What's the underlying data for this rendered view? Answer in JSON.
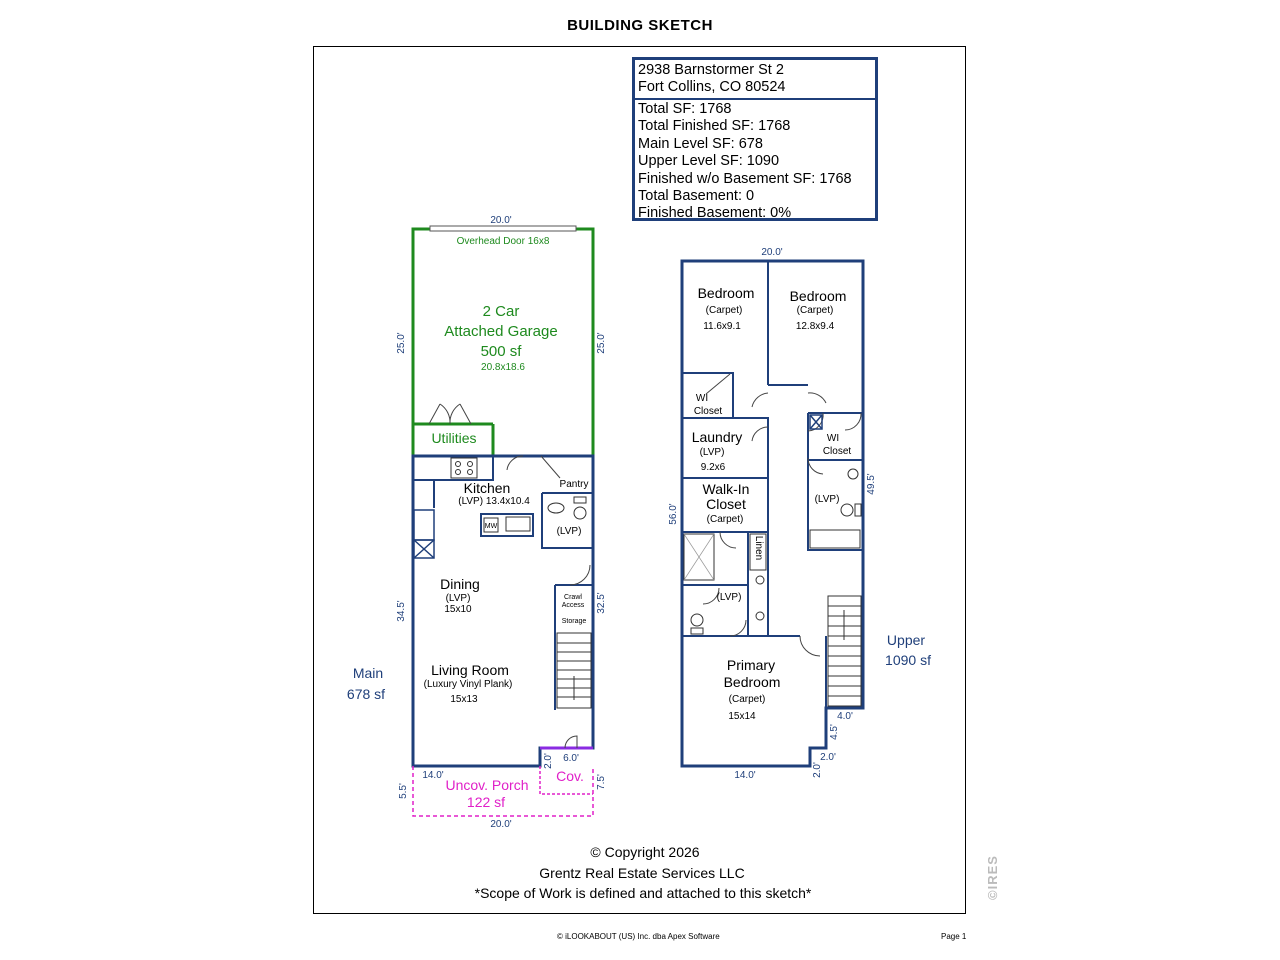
{
  "header": {
    "title": "BUILDING SKETCH"
  },
  "info": {
    "address_line1": "2938 Barnstormer St 2",
    "address_line2": "Fort Collins, CO 80524",
    "stats": [
      "Total SF: 1768",
      "Total Finished SF: 1768",
      "Main Level SF: 678",
      "Upper Level SF: 1090",
      "Finished w/o Basement SF: 1768",
      "Total Basement: 0",
      "Finished Basement: 0%"
    ]
  },
  "main_level": {
    "label": "Main",
    "area": "678 sf",
    "dims": {
      "garage_top": "20.0'",
      "garage_left": "25.0'",
      "garage_right": "25.0'",
      "left": "34.5'",
      "right": "32.5'",
      "porch_w": "14.0'",
      "cov_w": "6.0'",
      "cov_h1": "2.0'",
      "cov_h2": "7.5'",
      "porch_h": "5.5'",
      "bottom": "20.0'"
    },
    "garage": {
      "door": "Overhead Door 16x8",
      "line1": "2 Car",
      "line2": "Attached Garage",
      "area": "500 sf",
      "size": "20.8x18.6"
    },
    "utilities": "Utilities",
    "kitchen": {
      "name": "Kitchen",
      "sub": "(LVP) 13.4x10.4"
    },
    "pantry": "Pantry",
    "bath_floor": "(LVP)",
    "mw": "MW",
    "dining": {
      "name": "Dining",
      "floor": "(LVP)",
      "size": "15x10"
    },
    "crawl": {
      "l1": "Crawl",
      "l2": "Access",
      "l3": "Storage"
    },
    "living": {
      "name": "Living Room",
      "floor": "(Luxury Vinyl Plank)",
      "size": "15x13"
    },
    "porch": {
      "name": "Uncov. Porch",
      "area": "122 sf"
    },
    "cov": "Cov."
  },
  "upper_level": {
    "label": "Upper",
    "area": "1090 sf",
    "dims": {
      "top": "20.0'",
      "left": "56.0'",
      "right": "49.5'",
      "bottom": "14.0'",
      "step_w": "4.0'",
      "step_h": "4.5'",
      "notch_w": "2.0'",
      "notch_h": "2.0'"
    },
    "bedroom1": {
      "name": "Bedroom",
      "floor": "(Carpet)",
      "size": "11.6x9.1"
    },
    "bedroom2": {
      "name": "Bedroom",
      "floor": "(Carpet)",
      "size": "12.8x9.4"
    },
    "wi_closet1": {
      "l1": "WI",
      "l2": "Closet"
    },
    "wi_closet2": {
      "l1": "WI",
      "l2": "Closet"
    },
    "laundry": {
      "name": "Laundry",
      "floor": "(LVP)",
      "size": "9.2x6"
    },
    "walkin": {
      "l1": "Walk-In",
      "l2": "Closet",
      "floor": "(Carpet)"
    },
    "linen": "Linen",
    "bath1_floor": "(LVP)",
    "bath2_floor": "(LVP)",
    "primary": {
      "l1": "Primary",
      "l2": "Bedroom",
      "floor": "(Carpet)",
      "size": "15x14"
    }
  },
  "copyright": {
    "line1": "© Copyright 2026",
    "line2": "Grentz Real Estate Services LLC",
    "line3": "*Scope of Work is defined and attached to this sketch*"
  },
  "footer": {
    "software": "© iLOOKABOUT (US) Inc. dba Apex Software",
    "page": "Page 1",
    "watermark": "©IRES"
  },
  "colors": {
    "wall": "#1f3f7a",
    "garage": "#1e8a1e",
    "porch": "#e020c8",
    "dim_text": "#1f3f7a"
  }
}
